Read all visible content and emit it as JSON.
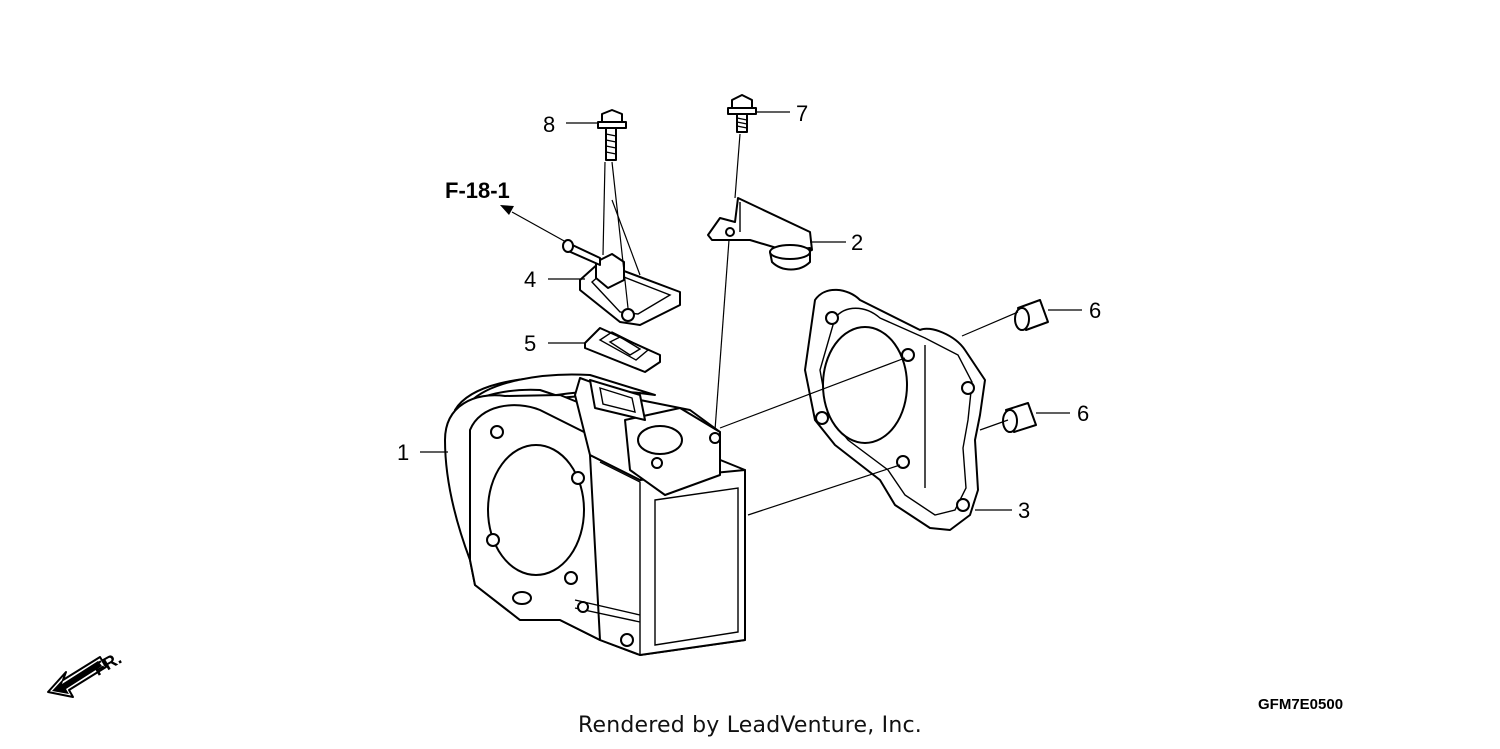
{
  "callouts": [
    {
      "id": "1",
      "text": "1"
    },
    {
      "id": "2",
      "text": "2"
    },
    {
      "id": "3",
      "text": "3"
    },
    {
      "id": "4",
      "text": "4"
    },
    {
      "id": "5",
      "text": "5"
    },
    {
      "id": "6a",
      "text": "6"
    },
    {
      "id": "6b",
      "text": "6"
    },
    {
      "id": "7",
      "text": "7"
    },
    {
      "id": "8",
      "text": "8"
    }
  ],
  "reference": "F-18-1",
  "direction_label": "FR.",
  "diagram_code": "GFM7E0500",
  "footer": "Rendered by LeadVenture, Inc."
}
